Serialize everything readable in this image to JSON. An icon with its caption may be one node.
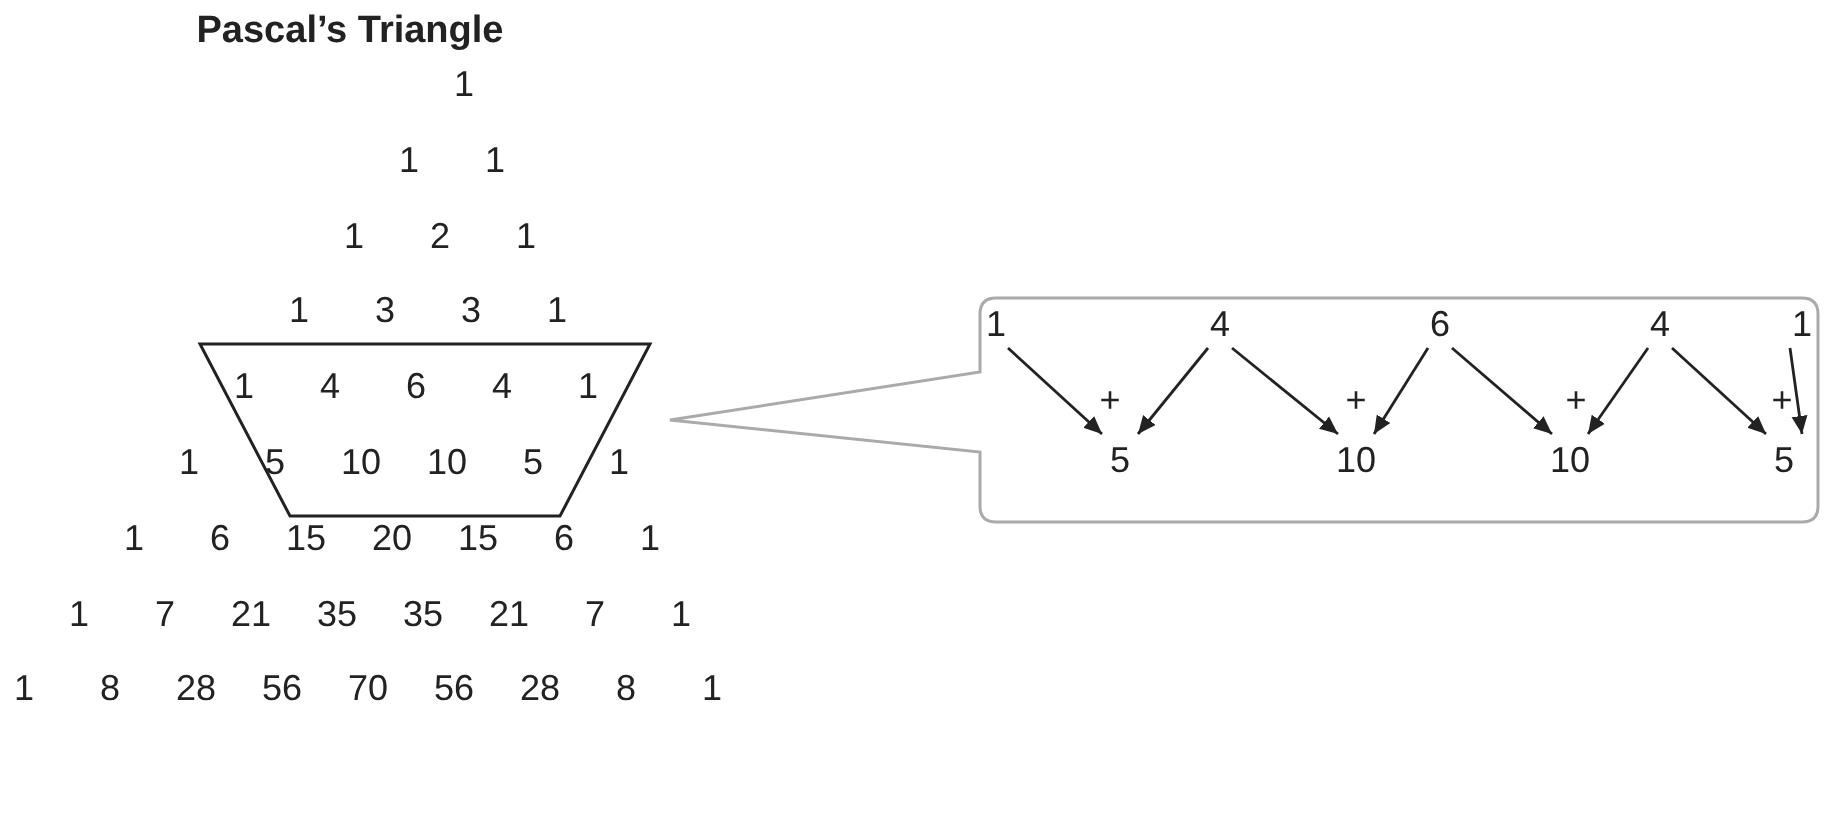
{
  "diagram": {
    "title": "Pascal’s Triangle",
    "nodes": [
      {
        "text": [],
        "shape": "trapezoid"
      },
      {
        "text": [],
        "shape": "box"
      },
      {
        "text": [
          "1"
        ],
        "in": 1
      },
      {
        "text": [
          "4"
        ],
        "in": 1
      },
      {
        "text": [
          "6"
        ],
        "in": 1
      },
      {
        "text": [
          "4"
        ],
        "in": 1
      },
      {
        "text": [
          "1"
        ],
        "in": 1
      },
      {
        "text": [
          "5"
        ],
        "in": 1
      },
      {
        "text": [
          "10"
        ],
        "in": 1
      },
      {
        "text": [
          "10"
        ],
        "in": 1
      },
      {
        "text": [
          "5"
        ],
        "in": 1
      }
    ],
    "edges": [
      {
        "from": 2,
        "to": 7,
        "arrow": "to"
      },
      {
        "from": 3,
        "to": 7,
        "arrow": "to"
      },
      {
        "from": 3,
        "to": 8,
        "arrow": "to"
      },
      {
        "from": 4,
        "to": 8,
        "arrow": "to"
      },
      {
        "from": 4,
        "to": 9,
        "arrow": "to"
      },
      {
        "from": 5,
        "to": 9,
        "arrow": "to"
      },
      {
        "from": 5,
        "to": 10,
        "arrow": "to"
      },
      {
        "from": 6,
        "to": 10,
        "arrow": "to"
      }
    ],
    "labels": [
      "1",
      "1",
      "1",
      "1",
      "2",
      "1",
      "1",
      "3",
      "3",
      "1",
      "1",
      "4",
      "6",
      "4",
      "1",
      "1",
      "5",
      "10",
      "10",
      "5",
      "1",
      "1",
      "6",
      "15",
      "20",
      "15",
      "6",
      "1",
      "1",
      "7",
      "21",
      "35",
      "35",
      "21",
      "7",
      "1",
      "1",
      "8",
      "28",
      "56",
      "70",
      "56",
      "28",
      "8",
      "1",
      "+",
      "+",
      "+",
      "+"
    ]
  }
}
